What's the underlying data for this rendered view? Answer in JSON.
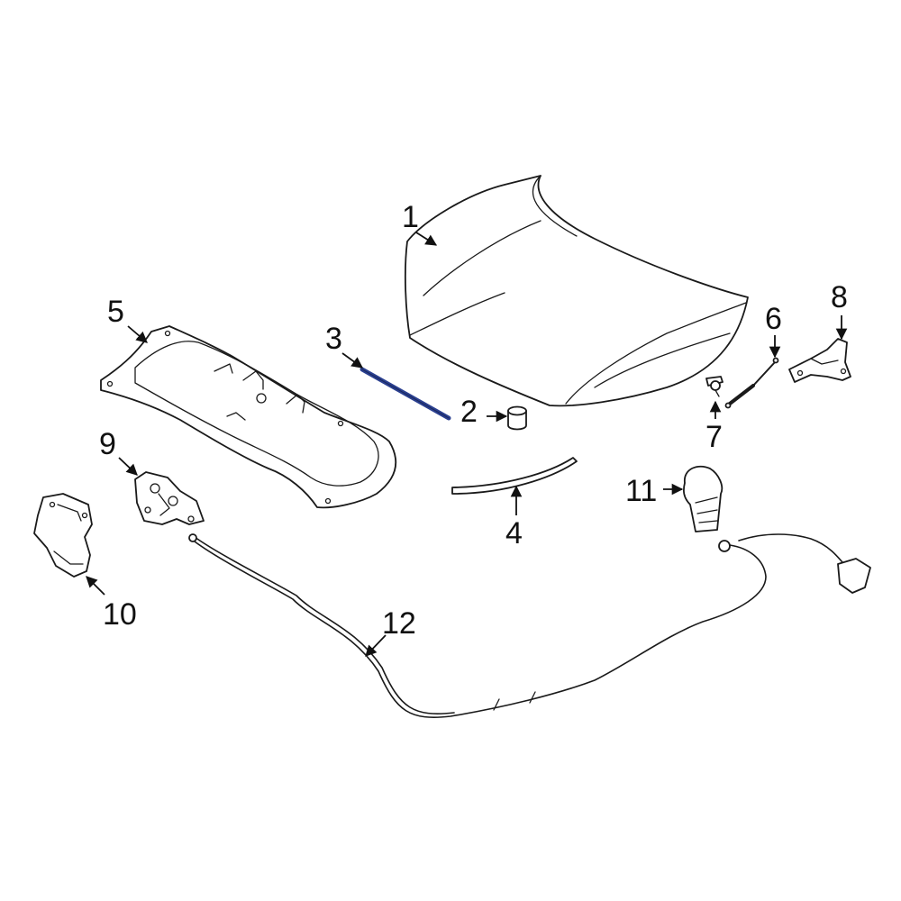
{
  "diagram": {
    "highlight_color": "#2a3f8f",
    "line_color": "#1a1a1a",
    "callouts": [
      {
        "id": "1",
        "label": "1"
      },
      {
        "id": "2",
        "label": "2"
      },
      {
        "id": "3",
        "label": "3"
      },
      {
        "id": "4",
        "label": "4"
      },
      {
        "id": "5",
        "label": "5"
      },
      {
        "id": "6",
        "label": "6"
      },
      {
        "id": "7",
        "label": "7"
      },
      {
        "id": "8",
        "label": "8"
      },
      {
        "id": "9",
        "label": "9"
      },
      {
        "id": "10",
        "label": "10"
      },
      {
        "id": "11",
        "label": "11"
      },
      {
        "id": "12",
        "label": "12"
      }
    ],
    "highlighted_part": "3"
  }
}
